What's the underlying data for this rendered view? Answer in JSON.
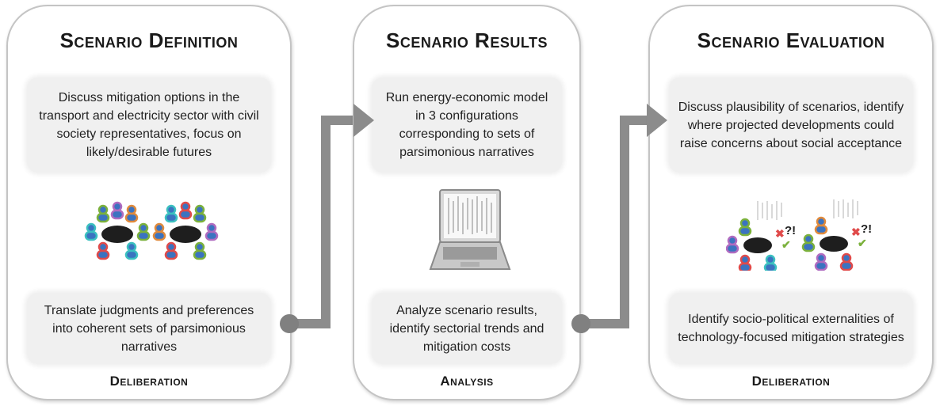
{
  "panels": [
    {
      "title": "Scenario Definition",
      "top_box": "Discuss mitigation options in the transport and electricity sector with civil society representatives, focus on likely/desirable futures",
      "bottom_box": "Translate judgments and preferences into coherent sets of parsimonious narratives",
      "footer": "Deliberation"
    },
    {
      "title": "Scenario  Results",
      "top_box": "Run energy-economic model in 3 configurations corresponding to sets of parsimonious narratives",
      "bottom_box": "Analyze scenario results, identify sectorial trends and mitigation costs",
      "footer": "Analysis"
    },
    {
      "title": "Scenario Evaluation",
      "top_box": "Discuss plausibility of scenarios, identify where projected developments could raise concerns about social acceptance",
      "bottom_box": "Identify socio-political externalities of technology-focused mitigation strategies",
      "footer": "Deliberation"
    }
  ],
  "icons": {
    "deliberation": "group-meeting-icon",
    "analysis": "laptop-icon",
    "evaluation": "group-evaluation-icon",
    "flow": "arrow-icon"
  },
  "colors": {
    "panel_border": "#c4c4c4",
    "box_fill": "#f0f0f0",
    "arrow": "#8c8c8c",
    "person_fill": "#3b73c0",
    "table_fill": "#1e1e1e"
  }
}
